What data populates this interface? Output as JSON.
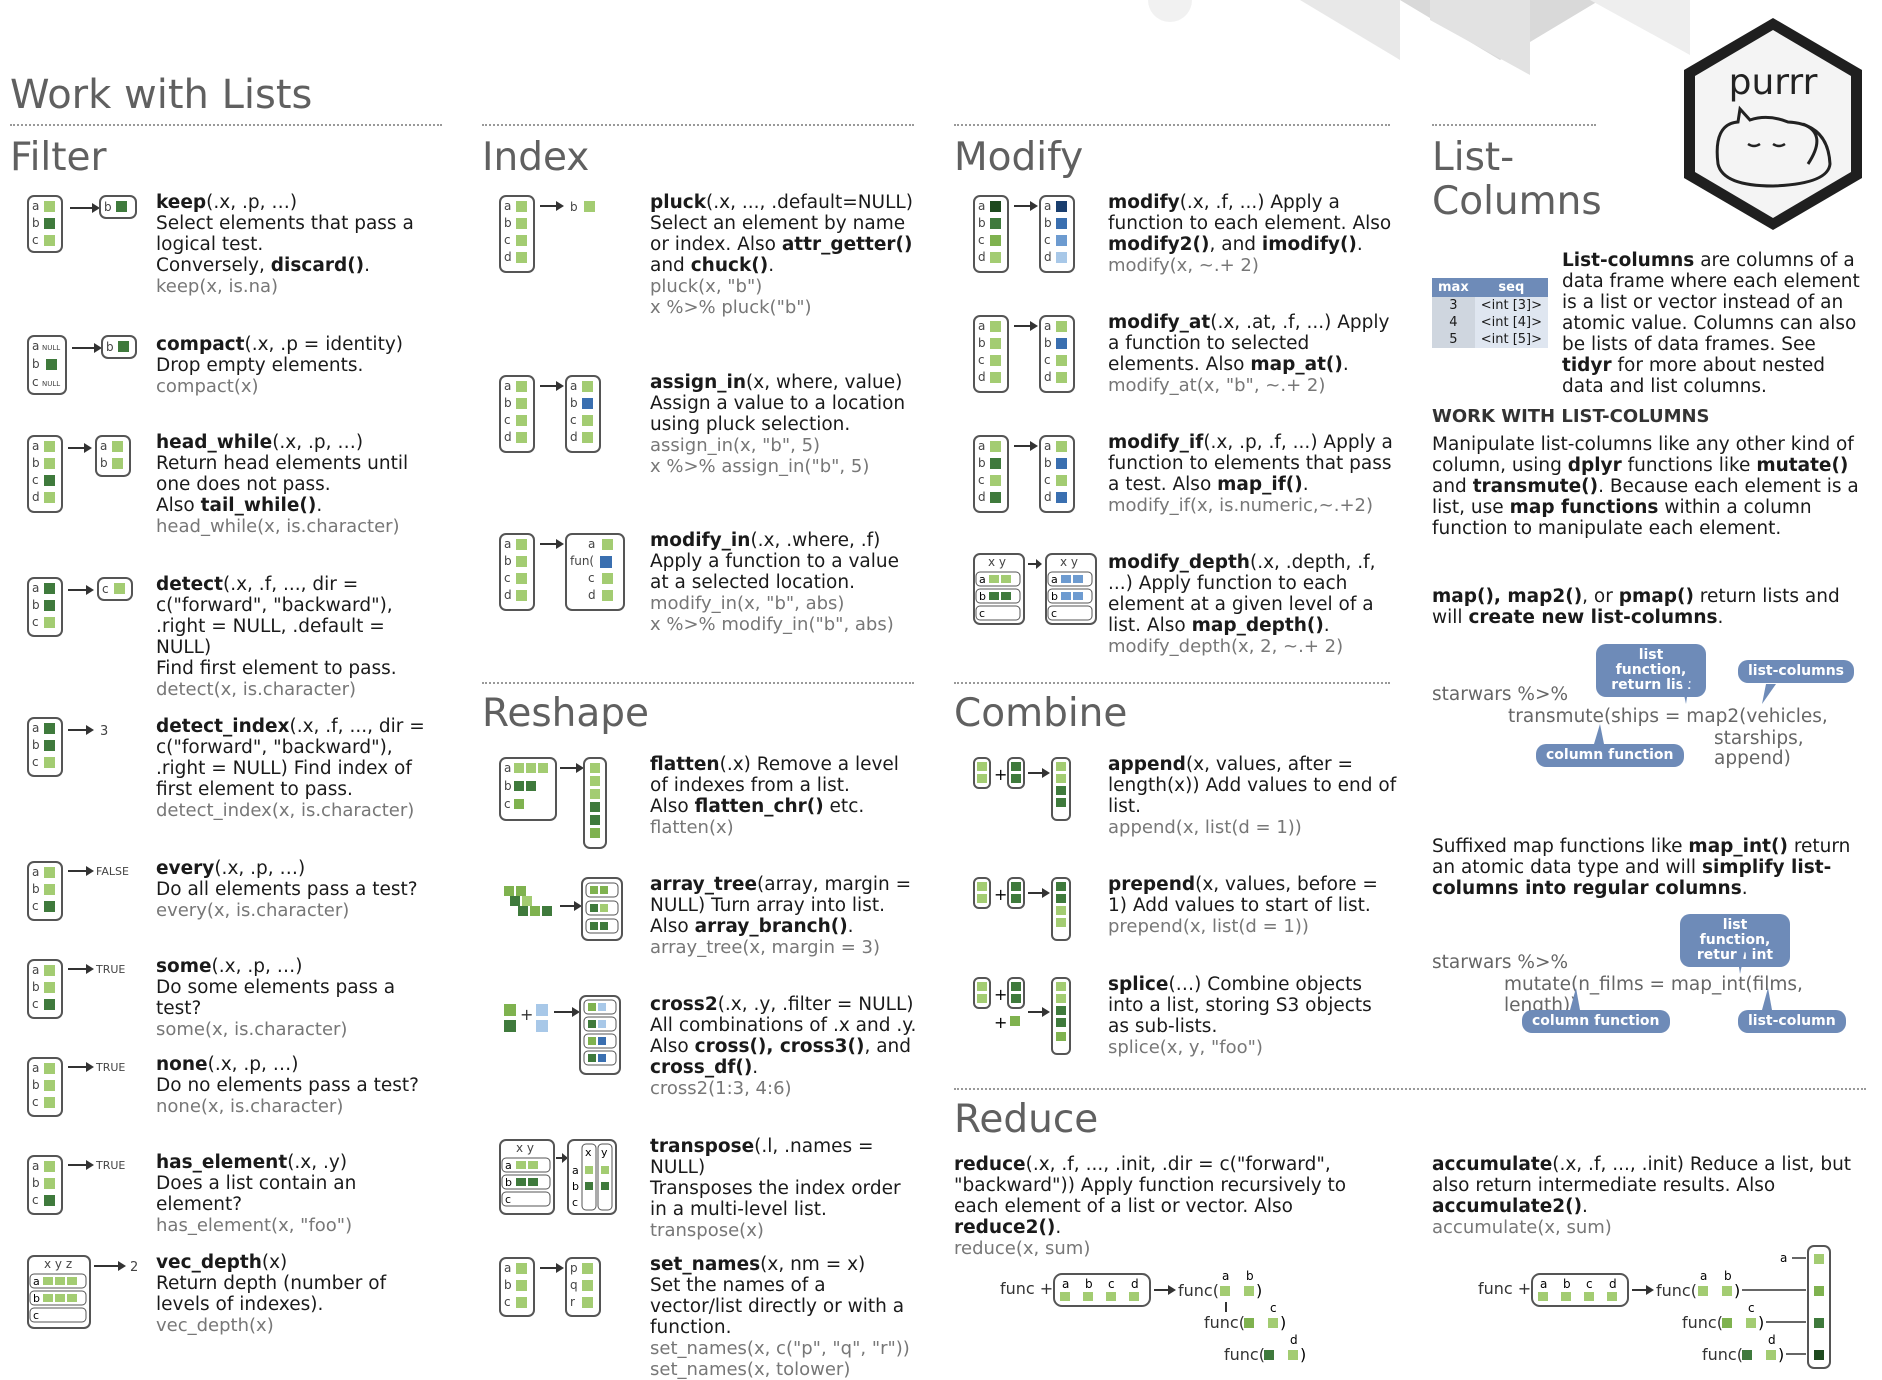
{
  "page": {
    "title": "Work with Lists",
    "logo_text": "purrr"
  },
  "filter": {
    "title": "Filter",
    "entries": [
      {
        "fn": "keep",
        "sig": "(.x, .p, …)",
        "desc": "Select elements that pass a logical test.",
        "also_pre": "Conversely, ",
        "also_fn": "discard()",
        "also_post": ".",
        "ex1": "keep(x, is.na)",
        "out": ""
      },
      {
        "fn": "compact",
        "sig": "(.x, .p = identity)",
        "desc": "Drop empty elements.",
        "ex1": "compact(x)",
        "null_label": "NULL"
      },
      {
        "fn": "head_while",
        "sig": "(.x, .p, …)",
        "desc": "Return head elements until one does not pass.",
        "also_pre": "Also ",
        "also_fn": "tail_while()",
        "also_post": ".",
        "ex1": "head_while(x, is.character)"
      },
      {
        "fn": "detect",
        "sig": "(.x, .f, ..., dir = c(\"forward\", \"backward\"), .right = NULL, .default = NULL)",
        "desc": "Find first element to pass.",
        "ex1": "detect(x,  is.character)"
      },
      {
        "fn": "detect_index",
        "sig": "(.x, .f, ..., dir = c(\"forward\", \"backward\"), .right = NULL)",
        "desc": "Find index of first element to pass.",
        "ex1": "detect_index(x, is.character)",
        "out": "3"
      },
      {
        "fn": "every",
        "sig": "(.x, .p, …)",
        "desc": "Do all elements pass a test?",
        "ex1": "every(x, is.character)",
        "out": "FALSE"
      },
      {
        "fn": "some",
        "sig": "(.x, .p, …)",
        "desc": "Do some elements pass a test?",
        "ex1": "some(x,  is.character)",
        "out": "TRUE"
      },
      {
        "fn": "none",
        "sig": "(.x, .p, …)",
        "desc": "Do no elements pass a test?",
        "ex1": "none(x, is.character)",
        "out": "TRUE"
      },
      {
        "fn": "has_element",
        "sig": "(.x, .y)",
        "desc": "Does a list contain an element?",
        "ex1": "has_element(x, \"foo\")",
        "out": "TRUE"
      },
      {
        "fn": "vec_depth",
        "sig": "(x)",
        "desc": "Return depth (number of levels of indexes).",
        "ex1": "vec_depth(x)",
        "out": "2",
        "hdr": "x y z"
      }
    ]
  },
  "index": {
    "title": "Index",
    "entries": [
      {
        "fn": "pluck",
        "sig": "(.x, ..., .default=NULL)",
        "desc": "Select an element by name or index. Also ",
        "also_fn": "attr_getter()",
        "mid": " and ",
        "also_fn2": "chuck()",
        "ex1": "pluck(x, \"b\")",
        "ex2": "x %>% pluck(\"b\")",
        "out": "b"
      },
      {
        "fn": "assign_in",
        "sig": "(x, where, value)",
        "desc": "Assign a value to a location using pluck selection.",
        "ex1": "assign_in(x, \"b\", 5)",
        "ex2": "x %>% assign_in(\"b\", 5)"
      },
      {
        "fn": "modify_in",
        "sig": "(.x, .where, .f)",
        "desc": "Apply a function to a value at a selected location.",
        "ex1": "modify_in(x, \"b\", abs)",
        "ex2": "x %>% modify_in(\"b\", abs)",
        "fun_label": "fun("
      }
    ]
  },
  "reshape": {
    "title": "Reshape",
    "entries": [
      {
        "fn": "flatten",
        "sig": "(.x)",
        "desc": "Remove a level of indexes from a list.",
        "also_pre": "Also ",
        "also_fn": "flatten_chr()",
        "also_post": " etc.",
        "ex1": "flatten(x)"
      },
      {
        "fn": "array_tree",
        "sig": "(array, margin = NULL)",
        "desc": "Turn array into list.",
        "also_pre": "Also ",
        "also_fn": "array_branch()",
        "also_post": ".",
        "ex1": "array_tree(x, margin = 3)"
      },
      {
        "fn": "cross2",
        "sig": "(.x, .y, .filter = NULL)",
        "desc": "All combinations of .x and .y.",
        "also_pre": "Also ",
        "also_fn": "cross(), cross3()",
        "mid": ", and ",
        "also_fn2": "cross_df()",
        "also_post": ".",
        "ex1": "cross2(1:3, 4:6)"
      },
      {
        "fn": "transpose",
        "sig": "(.l, .names = NULL)",
        "desc": "Transposes the index order in a multi-level list.",
        "ex1": "transpose(x)",
        "hdr": "x y"
      },
      {
        "fn": "set_names",
        "sig": "(x, nm = x)",
        "desc": "Set the names of a vector/list directly or with a function.",
        "ex1": "set_names(x, c(\"p\", \"q\", \"r\"))",
        "ex2": "set_names(x, tolower)"
      }
    ]
  },
  "modify": {
    "title": "Modify",
    "entries": [
      {
        "fn": "modify",
        "sig": "(.x, .f, ...)",
        "desc": " Apply a function to each element. Also ",
        "also_fn": "modify2()",
        "mid": ", and ",
        "also_fn2": "imodify()",
        "also_post": ".",
        "ex1": "modify(x, ~.+ 2)"
      },
      {
        "fn": "modify_at",
        "sig": "(.x, .at, .f, ...)",
        "desc": " Apply a function to selected elements. Also ",
        "also_fn": "map_at()",
        "also_post": ".",
        "ex1": "modify_at(x, \"b\", ~.+ 2)"
      },
      {
        "fn": "modify_if",
        "sig": "(.x, .p, .f, ...)",
        "desc": " Apply a function to elements that pass a test. Also ",
        "also_fn": "map_if()",
        "also_post": ".",
        "ex1": "modify_if(x, is.numeric,~.+2)"
      },
      {
        "fn": "modify_depth",
        "sig": "(.x, .depth, .f, ...)",
        "desc": " Apply function to each element at a given level of a list. Also ",
        "also_fn": "map_depth()",
        "also_post": ".",
        "ex1": "modify_depth(x, 2, ~.+ 2)",
        "hdr": "x y"
      }
    ]
  },
  "combine": {
    "title": "Combine",
    "entries": [
      {
        "fn": "append",
        "sig": "(x, values, after = length(x))",
        "desc": " Add values to end of list.",
        "ex1": "append(x, list(d = 1))"
      },
      {
        "fn": "prepend",
        "sig": "(x, values, before = 1)",
        "desc": " Add values to start of list.",
        "ex1": "prepend(x, list(d = 1))"
      },
      {
        "fn": "splice",
        "sig": "(…)",
        "desc": " Combine objects into a list, storing S3 objects as sub-lists.",
        "ex1": "splice(x, y, \"foo\")"
      }
    ]
  },
  "reduce": {
    "title": "Reduce",
    "reduce": {
      "fn": "reduce",
      "sig": "(.x, .f, ..., .init, .dir = c(\"forward\", \"backward\"))",
      "desc": " Apply function recursively to each element of a list or vector. Also ",
      "also_fn": "reduce2()",
      "also_post": ".",
      "ex1": "reduce(x, sum)"
    },
    "accumulate": {
      "fn": "accumulate",
      "sig": "(.x, .f, ..., .init)",
      "desc": " Reduce a list, but also return intermediate results. Also ",
      "also_fn": "accumulate2()",
      "also_post": ".",
      "ex1": "accumulate(x, sum)"
    },
    "func_plus": "func +",
    "func_label": "func(",
    "letters": [
      "a",
      "b",
      "c",
      "d"
    ]
  },
  "list_columns": {
    "title_line1": "List-",
    "title_line2": "Columns",
    "intro_bold": "List-columns",
    "intro": " are columns of a data frame where each element is a list or vector instead of an atomic value. Columns can also be lists of data frames. See ",
    "intro_bold2": "tidyr",
    "intro_end": " for more about nested data and list columns.",
    "table": {
      "headers": [
        "max",
        "seq"
      ],
      "rows": [
        [
          "3",
          "<int [3]>"
        ],
        [
          "4",
          "<int [4]>"
        ],
        [
          "5",
          "<int [5]>"
        ]
      ]
    },
    "work_head": "WORK WITH LIST-COLUMNS",
    "work_p1": "Manipulate list-columns like any other kind of column, using ",
    "work_b1": "dplyr",
    "work_p2": " functions like ",
    "work_b2": "mutate()",
    "work_p3": " and ",
    "work_b3": "transmute()",
    "work_p4": ". Because each element is a list, use ",
    "work_b4": "map functions",
    "work_p5": " within a column function to manipulate each element.",
    "map_b1": "map(), map2()",
    "map_p1": ", or ",
    "map_b2": "pmap()",
    "map_p2": " return lists and will ",
    "map_b3": "create new list-columns",
    "map_p3": ".",
    "code1_l1": "starwars %>%",
    "code1_l2": "transmute(ships = map2(vehicles,",
    "code1_l3": "starships,",
    "code1_l4": "append)",
    "pill_list_fn_a": "list function, return list",
    "pill_list_cols": "list-columns",
    "pill_col_fn_a": "column function",
    "suff_p1": "Suffixed map functions like ",
    "suff_b1": "map_int()",
    "suff_p2": " return an atomic data type and will ",
    "suff_b2": "simplify list-columns into regular columns",
    "suff_p3": ".",
    "code2_l1": "starwars %>%",
    "code2_l2": "mutate(n_films = map_int(films, length))",
    "pill_list_fn_b": "list function, return int",
    "pill_col_fn_b": "column function",
    "pill_list_col": "list-column"
  },
  "colors": {
    "light_green": "#a3cc72",
    "dark_green": "#3f7a3c",
    "mid_green": "#7fb24f",
    "blue": "#3a6fb0",
    "light_blue": "#a8c8e8",
    "heading_gray": "#606060",
    "pill_blue": "#6e8bb8"
  }
}
